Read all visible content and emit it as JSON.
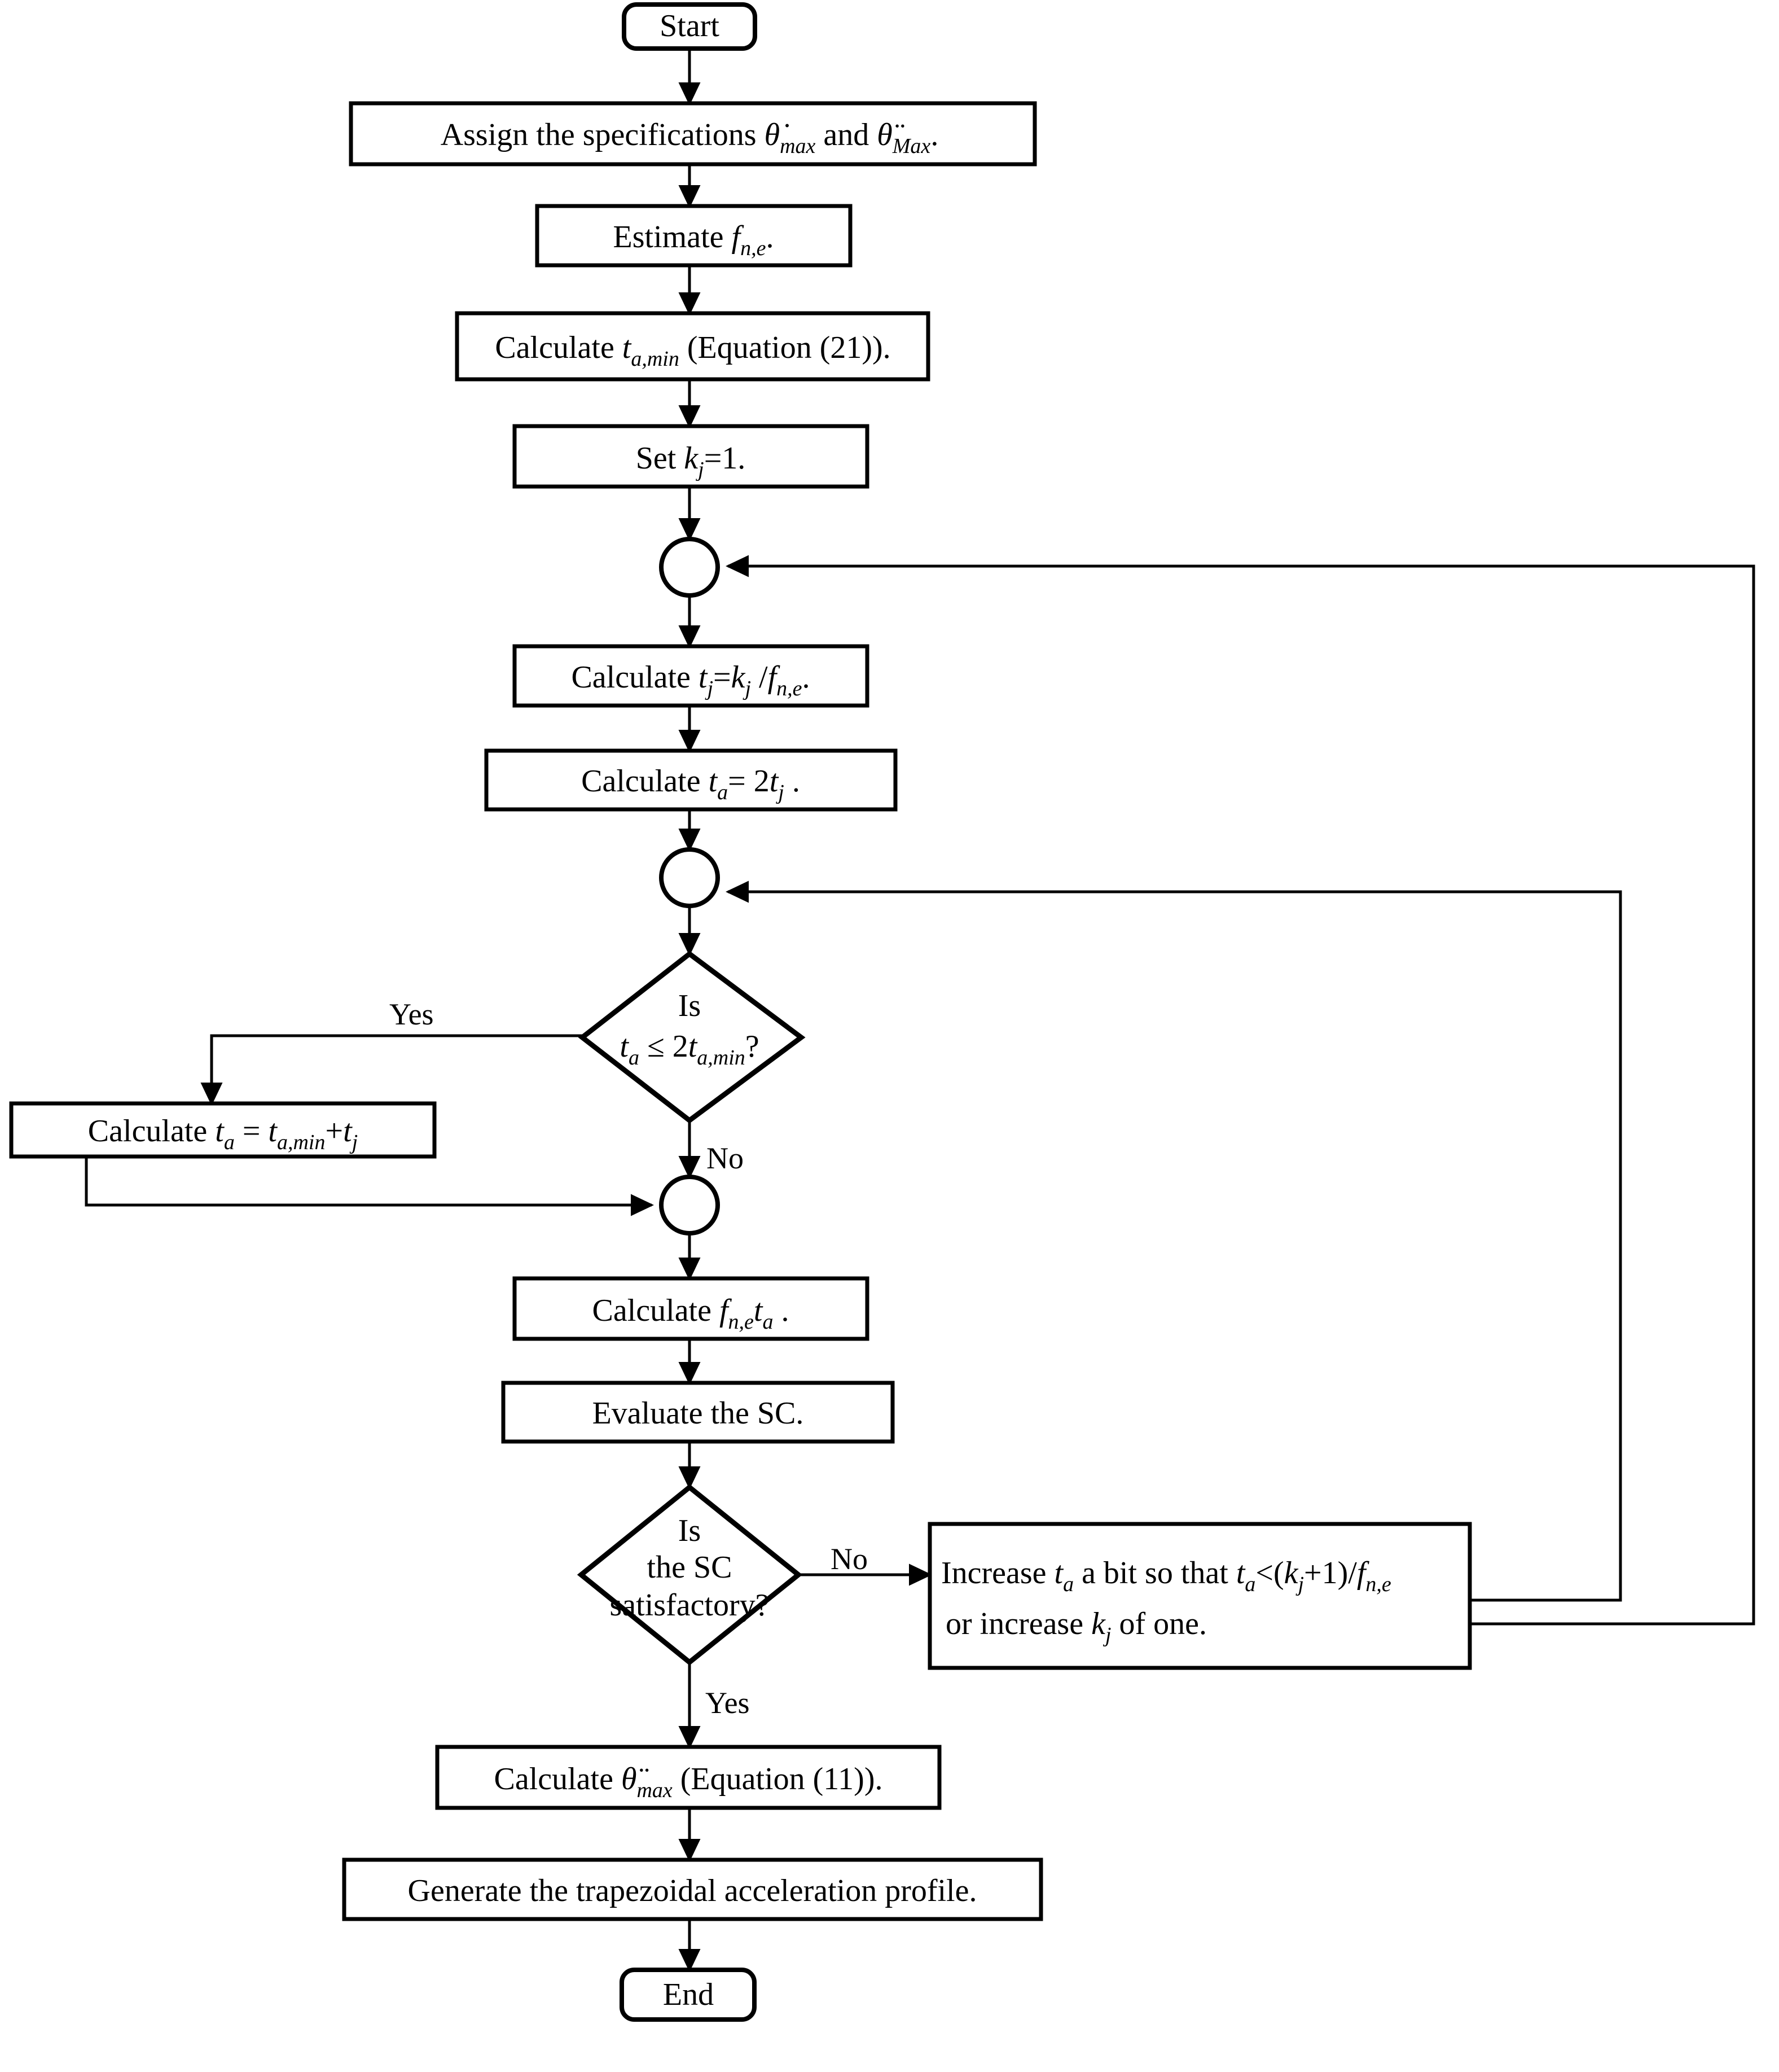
{
  "diagram": {
    "title": "Trapezoidal acceleration profile design flowchart",
    "background": "#ffffff",
    "stroke": "#000000"
  },
  "nodes": {
    "start": {
      "label": "Start",
      "shape": "terminator"
    },
    "assign": {
      "shape": "process",
      "text_plain": "Assign the specifications θ̇max and θ̈Max.",
      "pre": "Assign the specifications ",
      "var1_base": "θ̇",
      "var1_sub": "max",
      "mid": " and ",
      "var2_base": "θ̈",
      "var2_sub": "Max",
      "post": "."
    },
    "estimate": {
      "shape": "process",
      "text_plain": "Estimate fn,e.",
      "pre": "Estimate ",
      "var_base": "f",
      "var_sub": "n,e",
      "post": "."
    },
    "calc_tamin": {
      "shape": "process",
      "text_plain": "Calculate ta,min (Equation (21)).",
      "pre": "Calculate ",
      "var_base": "t",
      "var_sub": "a,min",
      "post": " (Equation (21))."
    },
    "set_kj": {
      "shape": "process",
      "text_plain": "Set kj=1.",
      "pre": "Set  ",
      "var_base": "k",
      "var_sub": "j",
      "post": "=1."
    },
    "conn_a": {
      "shape": "connector",
      "label": ""
    },
    "calc_tj": {
      "shape": "process",
      "text_plain": "Calculate tj=kj /fn,e.",
      "pre": "Calculate ",
      "v1": "t",
      "v1s": "j",
      "eq": "=",
      "v2": "k",
      "v2s": "j",
      "slash": " /",
      "v3": "f",
      "v3s": "n,e",
      "post": "."
    },
    "calc_ta": {
      "shape": "process",
      "text_plain": "Calculate ta= 2tj .",
      "pre": "Calculate ",
      "v1": "t",
      "v1s": "a",
      "eq": "= 2",
      "v2": "t",
      "v2s": "j",
      "post": " ."
    },
    "conn_b": {
      "shape": "connector",
      "label": ""
    },
    "dec_ta": {
      "shape": "decision",
      "text_plain": "Is ta ≤ 2ta,min?",
      "line1": "Is",
      "l2_v1": "t",
      "l2_v1s": "a",
      "l2_mid": " ≤ 2",
      "l2_v2": "t",
      "l2_v2s": "a,min",
      "l2_post": "?"
    },
    "calc_ta_alt": {
      "shape": "process",
      "text_plain": "Calculate ta = ta,min+tj",
      "pre": "Calculate ",
      "v1": "t",
      "v1s": "a",
      "eq": " = ",
      "v2": "t",
      "v2s": "a,min",
      "plus": "+",
      "v3": "t",
      "v3s": "j"
    },
    "conn_c": {
      "shape": "connector",
      "label": ""
    },
    "calc_fnta": {
      "shape": "process",
      "text_plain": "Calculate fn,eta .",
      "pre": "Calculate ",
      "v1": "f",
      "v1s": "n,e",
      "v2": "t",
      "v2s": "a",
      "post": " ."
    },
    "eval_sc": {
      "shape": "process",
      "text_plain": "Evaluate the SC."
    },
    "dec_sc": {
      "shape": "decision",
      "text_plain": "Is the SC satisfactory?",
      "line1": "Is",
      "line2": "the SC",
      "line3": "satisfactory?"
    },
    "increase": {
      "shape": "process",
      "text_plain": "Increase ta a bit so that ta<(kj+1)/fn,e or increase kj of one.",
      "l1_pre": "Increase ",
      "l1_v1": "t",
      "l1_v1s": "a",
      "l1_mid": " a bit so that  ",
      "l1_v2": "t",
      "l1_v2s": "a",
      "l1_lt": "<(",
      "l1_v3": "k",
      "l1_v3s": "j",
      "l1_plus": "+1)/",
      "l1_v4": "f",
      "l1_v4s": "n,e",
      "l2_pre": "or increase ",
      "l2_v1": "k",
      "l2_v1s": "j",
      "l2_post": " of one."
    },
    "calc_thetamax": {
      "shape": "process",
      "text_plain": "Calculate θ̈max (Equation (11)).",
      "pre": "Calculate ",
      "var_base": "θ̈",
      "var_sub": "max",
      "post": " (Equation (11))."
    },
    "generate": {
      "shape": "process",
      "text_plain": "Generate the trapezoidal acceleration profile."
    },
    "end": {
      "label": "End",
      "shape": "terminator"
    }
  },
  "edge_labels": {
    "yes_ta": "Yes",
    "no_ta": "No",
    "no_sc": "No",
    "yes_sc": "Yes"
  }
}
